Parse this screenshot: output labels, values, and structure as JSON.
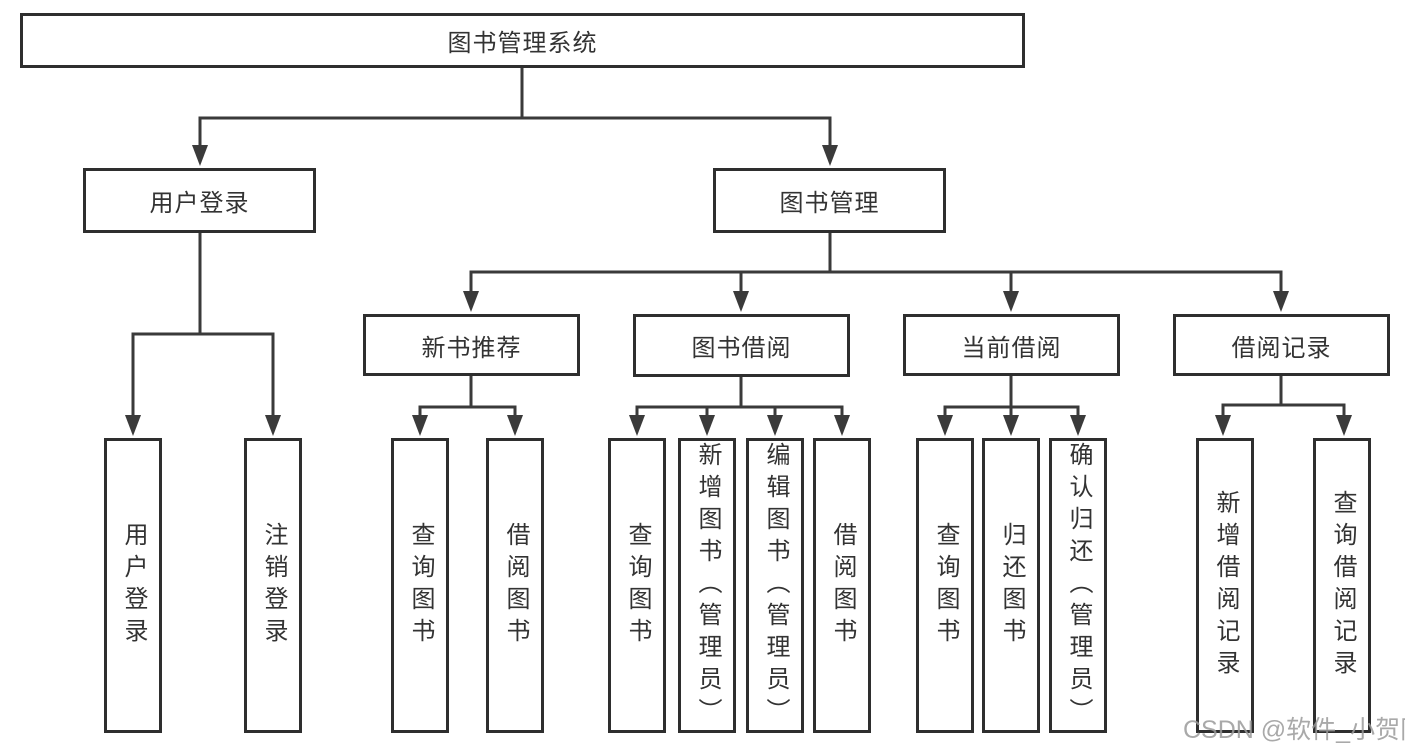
{
  "colors": {
    "line": "#3a3a3a",
    "box_border": "#2e2e2e",
    "text": "#333333",
    "watermark": "#9b9b9b",
    "background": "#ffffff"
  },
  "watermark": {
    "text": "CSDN @软件_小贺同学"
  },
  "tree": {
    "root": {
      "label": "图书管理系统"
    },
    "branches": [
      {
        "label": "用户登录",
        "children": [
          {
            "label": "用户登录"
          },
          {
            "label": "注销登录"
          }
        ]
      },
      {
        "label": "图书管理",
        "children": [
          {
            "label": "新书推荐",
            "children": [
              {
                "label": "查询图书"
              },
              {
                "label": "借阅图书"
              }
            ]
          },
          {
            "label": "图书借阅",
            "children": [
              {
                "label": "查询图书"
              },
              {
                "label": "新增图书（管理员）"
              },
              {
                "label": "编辑图书（管理员）"
              },
              {
                "label": "借阅图书"
              }
            ]
          },
          {
            "label": "当前借阅",
            "children": [
              {
                "label": "查询图书"
              },
              {
                "label": "归还图书"
              },
              {
                "label": "确认归还（管理员）"
              }
            ]
          },
          {
            "label": "借阅记录",
            "children": [
              {
                "label": "新增借阅记录"
              },
              {
                "label": "查询借阅记录"
              }
            ]
          }
        ]
      }
    ]
  }
}
